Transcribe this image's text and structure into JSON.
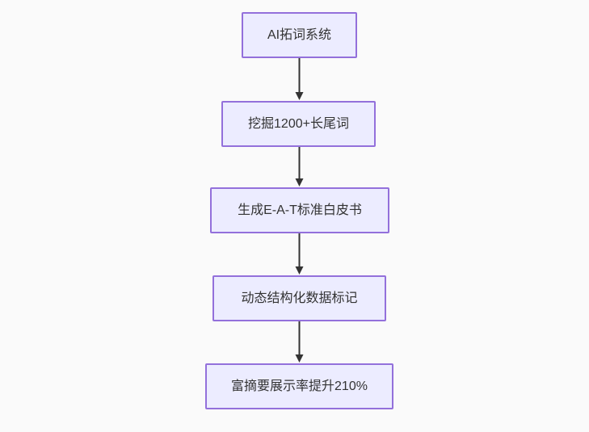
{
  "diagram": {
    "type": "flowchart",
    "direction": "top-down",
    "nodes": [
      {
        "id": "ai-keyword-system",
        "label": "AI拓词系统"
      },
      {
        "id": "mine-longtail-keywords",
        "label": "挖掘1200+长尾词"
      },
      {
        "id": "generate-eat-whitepaper",
        "label": "生成E-A-T标准白皮书"
      },
      {
        "id": "dynamic-structured-data",
        "label": "动态结构化数据标记"
      },
      {
        "id": "rich-snippet-uplift",
        "label": "富摘要展示率提升210%"
      }
    ],
    "edges": [
      {
        "from": "ai-keyword-system",
        "to": "mine-longtail-keywords"
      },
      {
        "from": "mine-longtail-keywords",
        "to": "generate-eat-whitepaper"
      },
      {
        "from": "generate-eat-whitepaper",
        "to": "dynamic-structured-data"
      },
      {
        "from": "dynamic-structured-data",
        "to": "rich-snippet-uplift"
      }
    ],
    "colors": {
      "background": "#FAFAFA",
      "node_fill": "#ECECFF",
      "node_border": "#9370DB",
      "node_text": "#333333",
      "edge": "#333333"
    }
  }
}
